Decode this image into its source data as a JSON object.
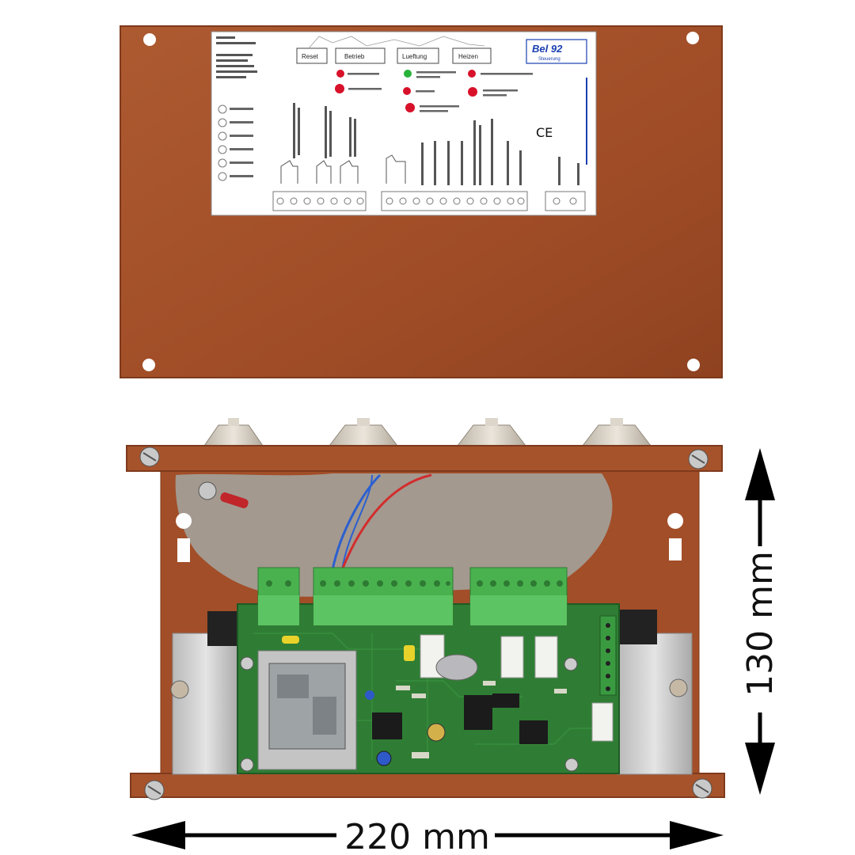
{
  "dimensions": {
    "height_label": "130 mm",
    "width_label": "220 mm"
  },
  "label_panel": {
    "buttons": [
      "Reset",
      "Betrieb",
      "Lueftung",
      "Heizen"
    ],
    "brand": "Bel 92",
    "brand_sub": "Steuerung",
    "ce_mark": "CE"
  },
  "colors": {
    "enclosure": "#a4512a",
    "enclosure_dark": "#7e3a1c",
    "pcb": "#2f7d34",
    "terminal": "#49b24f",
    "label_bg": "#ffffff",
    "led_red": "#d8112a",
    "led_green": "#27b23a",
    "arrow": "#000000"
  }
}
